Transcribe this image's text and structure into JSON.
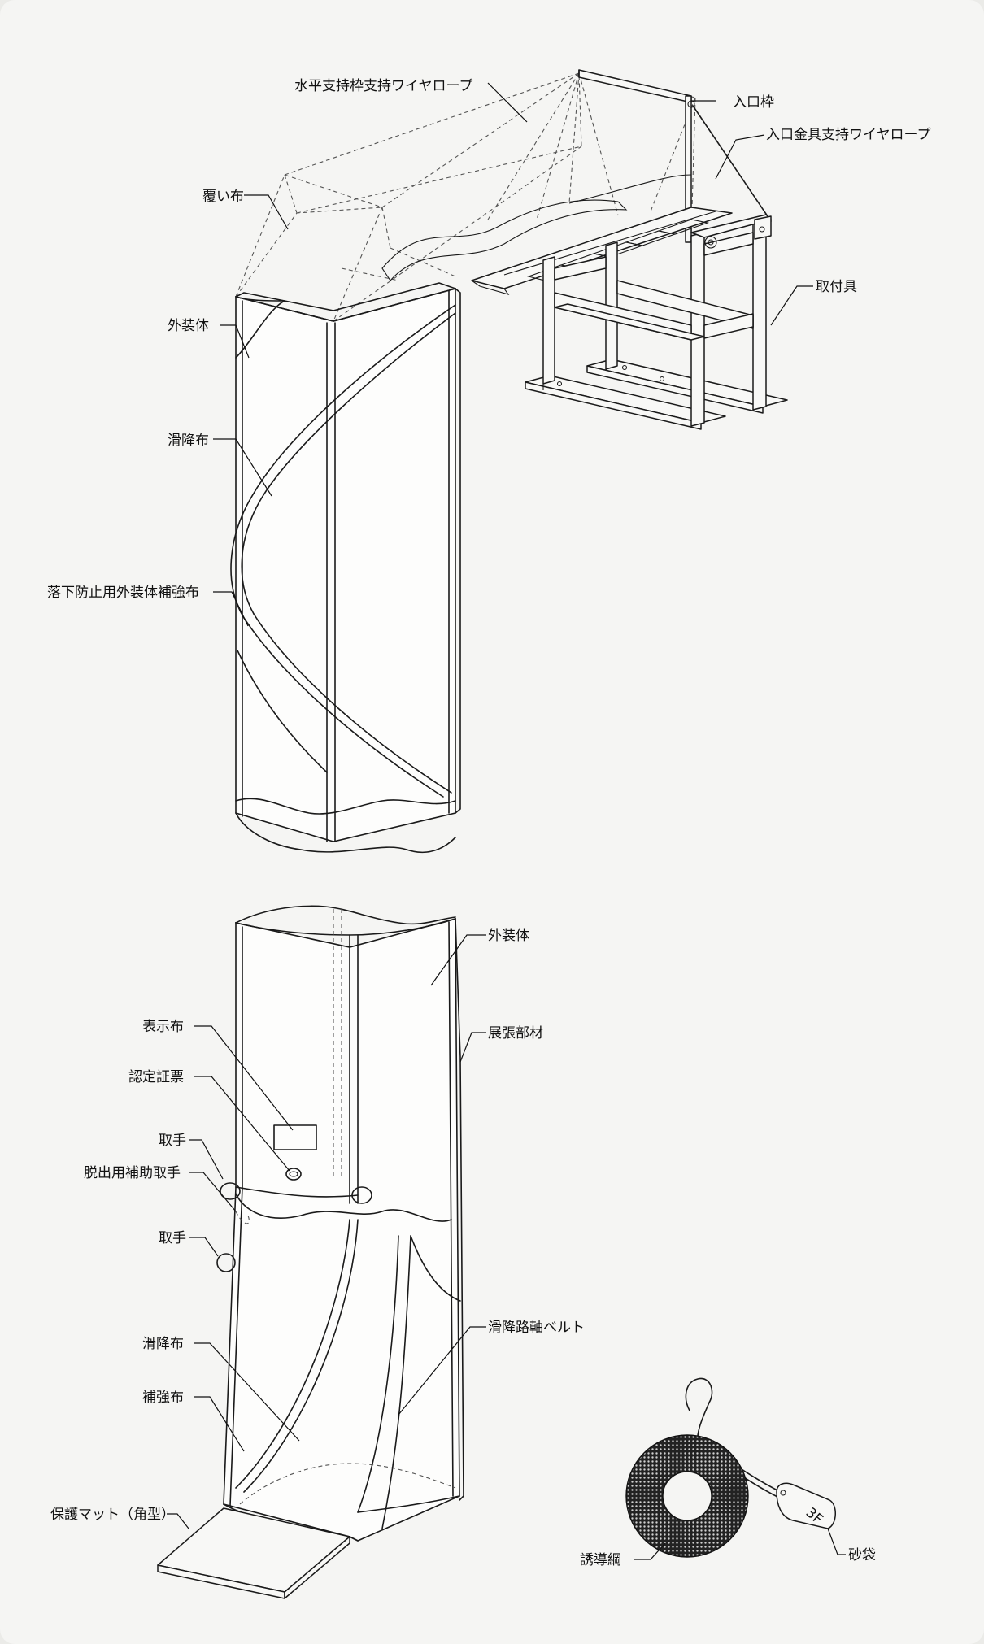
{
  "labels": {
    "horizontal_frame_wire_rope": "水平支持枠支持ワイヤロープ",
    "entrance_frame": "入口枠",
    "entrance_fitting_wire_rope": "入口金具支持ワイヤロープ",
    "cover_cloth": "覆い布",
    "mounting_fixture": "取付具",
    "outer_body_top": "外装体",
    "slide_cloth_top": "滑降布",
    "fall_prevention_reinforcement": "落下防止用外装体補強布",
    "outer_body_bottom": "外装体",
    "expansion_member": "展張部材",
    "display_cloth": "表示布",
    "certification_label": "認定証票",
    "handle_upper": "取手",
    "escape_aux_handle": "脱出用補助取手",
    "handle_lower": "取手",
    "slide_cloth_bottom": "滑降布",
    "slide_axis_belt": "滑降路軸ベルト",
    "reinforcement_cloth": "補強布",
    "protective_mat": "保護マット（角型）",
    "guide_rope": "誘導綱",
    "sandbag": "砂袋",
    "sandbag_tag": "3F"
  },
  "colors": {
    "line": "#1a1a1a",
    "background": "#f5f5f3"
  }
}
